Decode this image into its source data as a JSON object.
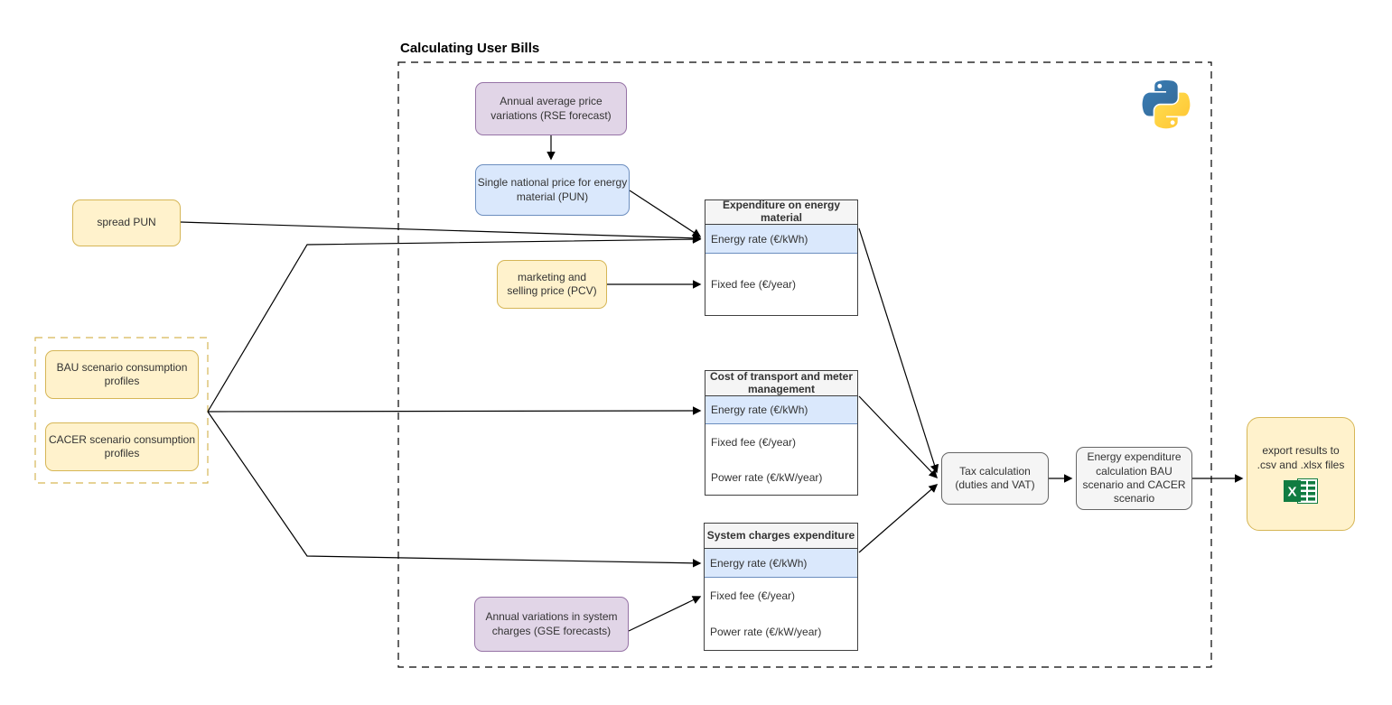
{
  "title": "Calculating User Bills",
  "palette": {
    "purple_fill": "#E1D5E7",
    "purple_stroke": "#9673A6",
    "blue_fill": "#DAE8FC",
    "blue_stroke": "#6C8EBF",
    "yellow_fill": "#FFF2CC",
    "yellow_stroke": "#D6B656",
    "gray_fill": "#F5F5F5",
    "gray_stroke": "#666666",
    "table_highlight_fill": "#DAE8FC",
    "excel_green_dark": "#185C37",
    "excel_green": "#107C41",
    "python_blue": "#3771A2",
    "python_yellow": "#FFD43B"
  },
  "nodes": {
    "rse": {
      "label": "Annual average price variations (RSE forecast)"
    },
    "pun": {
      "label": "Single national price for energy material (PUN)"
    },
    "spread_pun": {
      "label": "spread PUN"
    },
    "bau": {
      "label": "BAU scenario consumption profiles"
    },
    "cacer": {
      "label": "CACER scenario consumption profiles"
    },
    "pcv": {
      "label": "marketing and selling price (PCV)"
    },
    "gse": {
      "label": "Annual variations in system charges (GSE forecasts)"
    },
    "tax": {
      "label": "Tax calculation (duties and VAT)"
    },
    "energy_expenditure": {
      "label": "Energy expenditure calculation BAU scenario and CACER scenario"
    },
    "export": {
      "label": "export results to .csv and .xlsx files"
    }
  },
  "tables": {
    "energy_material": {
      "header": "Expenditure on energy material",
      "rows": [
        "Energy rate (€/kWh)",
        "Fixed fee (€/year)"
      ]
    },
    "transport": {
      "header": "Cost of transport and meter management",
      "rows": [
        "Energy rate (€/kWh)",
        "Fixed fee (€/year)",
        "Power rate (€/kW/year)"
      ]
    },
    "system_charges": {
      "header": "System charges expenditure",
      "rows": [
        "Energy rate (€/kWh)",
        "Fixed fee (€/year)",
        "Power rate (€/kW/year)"
      ]
    }
  },
  "icons": {
    "python": "python-logo",
    "excel": "excel-logo"
  }
}
